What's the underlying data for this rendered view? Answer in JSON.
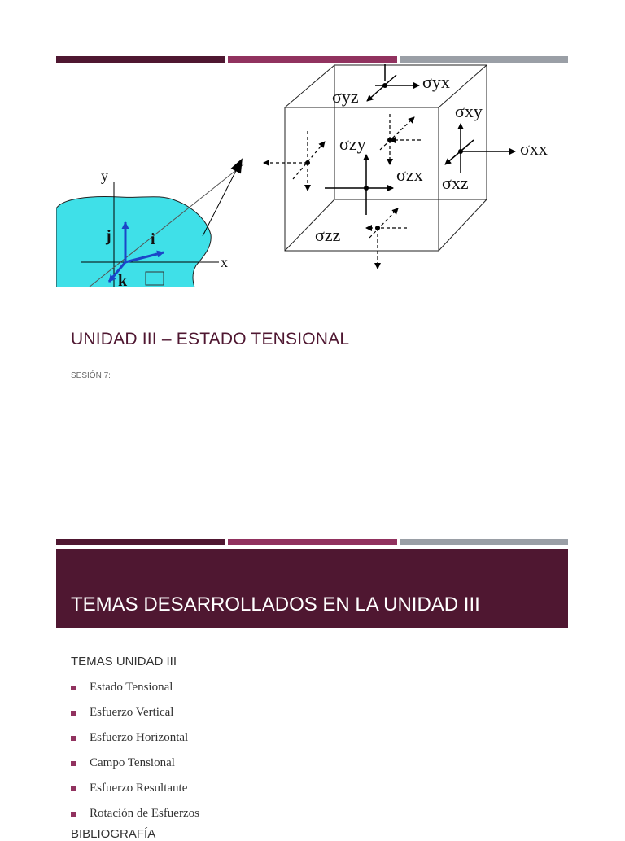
{
  "slide1": {
    "figure": {
      "axis_y": "y",
      "axis_x": "x",
      "vec_j": "j",
      "vec_i": "i",
      "vec_k": "k",
      "sigma_yx": "σyx",
      "sigma_yz": "σyz",
      "sigma_xy": "σxy",
      "sigma_zy": "σzy",
      "sigma_xx": "σxx",
      "sigma_zx": "σzx",
      "sigma_xz": "σxz",
      "sigma_zz": "σzz"
    },
    "title": "UNIDAD III – ESTADO TENSIONAL",
    "subtitle": "SESIÓN 7:"
  },
  "slide2": {
    "title": "TEMAS DESARROLLADOS EN LA UNIDAD III",
    "section_heading": "TEMAS UNIDAD III",
    "topics": [
      "Estado Tensional",
      "Esfuerzo Vertical",
      "Esfuerzo Horizontal",
      "Campo Tensional",
      "Esfuerzo Resultante",
      "Rotación de Esfuerzos"
    ],
    "cut_off_line": "BIBLIOGRAFÍA"
  },
  "colors": {
    "accent_dark": "#4f1731",
    "accent_mid": "#91325f",
    "accent_gray": "#9a9fa6",
    "blob_fill": "#3fe0e8"
  }
}
